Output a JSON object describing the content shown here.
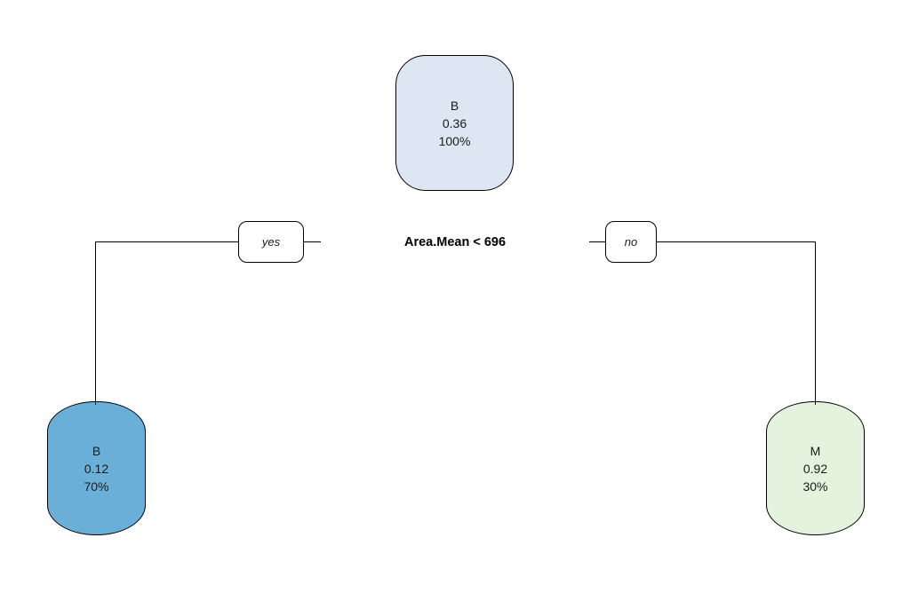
{
  "diagram": {
    "type": "decision-tree",
    "background_color": "#ffffff"
  },
  "root": {
    "class_label": "B",
    "probability": "0.36",
    "coverage": "100%",
    "fill_color": "#dce7f3"
  },
  "split": {
    "condition": "Area.Mean < 696",
    "yes_label": "yes",
    "no_label": "no"
  },
  "leaves": [
    {
      "side": "left",
      "class_label": "B",
      "probability": "0.12",
      "coverage": "70%",
      "fill_color": "#6aafd8"
    },
    {
      "side": "right",
      "class_label": "M",
      "probability": "0.92",
      "coverage": "30%",
      "fill_color": "#e4f3dd"
    }
  ]
}
